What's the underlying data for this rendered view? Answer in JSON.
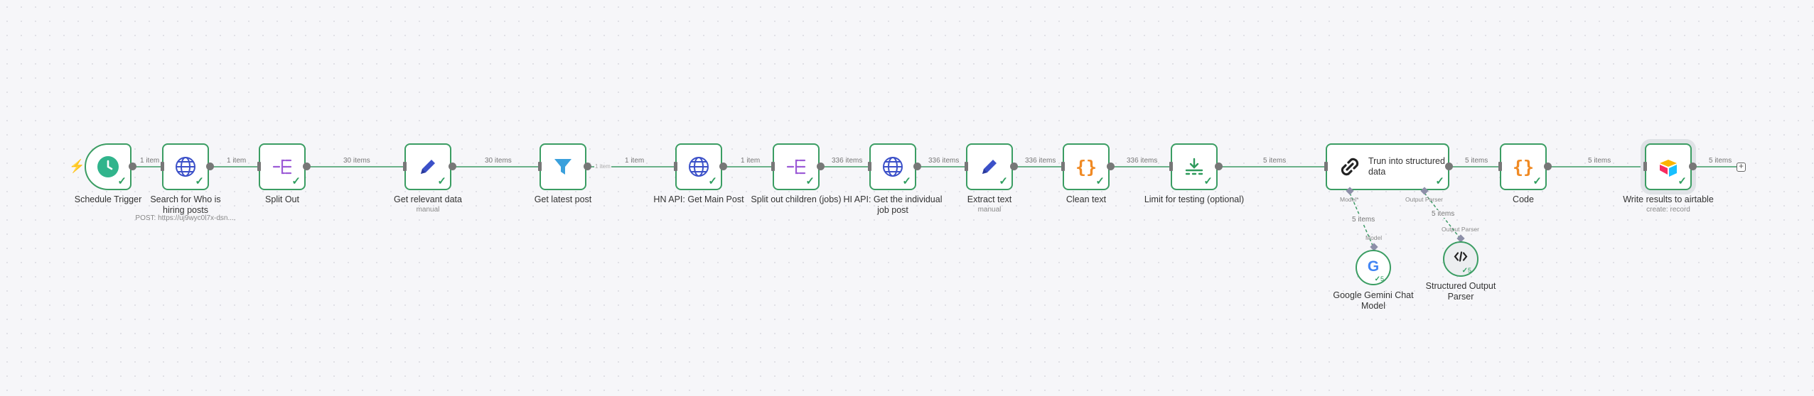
{
  "nodes": {
    "schedule": {
      "label": "Schedule Trigger",
      "icon": "clock-icon"
    },
    "search": {
      "label": "Search for Who is hiring posts",
      "sub": "POST: https://uj9wyc0l7x-dsn....",
      "icon": "globe-icon"
    },
    "split_out": {
      "label": "Split Out",
      "icon": "split-icon"
    },
    "get_relevant": {
      "label": "Get relevant data",
      "sub": "manual",
      "icon": "pencil-icon"
    },
    "get_latest": {
      "label": "Get latest post",
      "icon": "filter-icon"
    },
    "hn_main": {
      "label": "HN API: Get Main Post",
      "icon": "globe-icon"
    },
    "split_children": {
      "label": "Split out children (jobs)",
      "icon": "split-icon"
    },
    "hi_api": {
      "label": "HI API: Get the individual job post",
      "icon": "globe-icon"
    },
    "extract_text": {
      "label": "Extract text",
      "sub": "manual",
      "icon": "pencil-icon"
    },
    "clean_text": {
      "label": "Clean text",
      "icon": "code-braces-icon"
    },
    "limit": {
      "label": "Limit for testing (optional)",
      "icon": "limit-icon"
    },
    "trun": {
      "label": "Trun into structured data",
      "icon": "link-icon"
    },
    "code": {
      "label": "Code",
      "icon": "code-braces-icon"
    },
    "write": {
      "label": "Write results to airtable",
      "sub": "create: record",
      "icon": "airtable-icon"
    },
    "gemini": {
      "label": "Google Gemini Chat Model",
      "icon": "google-icon"
    },
    "parser": {
      "label": "Structured Output Parser",
      "icon": "code-tag-icon"
    }
  },
  "edges": {
    "e1": "1 item",
    "e2": "1 item",
    "e3": "30 items",
    "e4": "30 items",
    "e5": "1 item",
    "e6": "1 item",
    "e7": "336 items",
    "e8": "336 items",
    "e9": "336 items",
    "e10": "336 items",
    "e11": "5 items",
    "e12": "5 items",
    "e13": "5 items",
    "e14": "5 items",
    "truncated": "1 item"
  },
  "connectors": {
    "model_star": "Model*",
    "output_parser": "Output Parser",
    "model": "Model",
    "output_parser_2": "Output Parser",
    "model_items": "5 items",
    "parser_items": "5 items"
  },
  "sub_counts": {
    "gemini": "5",
    "parser": "5"
  },
  "colors": {
    "success": "#3b9d63",
    "edge": "#3d9a66",
    "port": "#777777",
    "trigger_bolt": "#e53935"
  }
}
